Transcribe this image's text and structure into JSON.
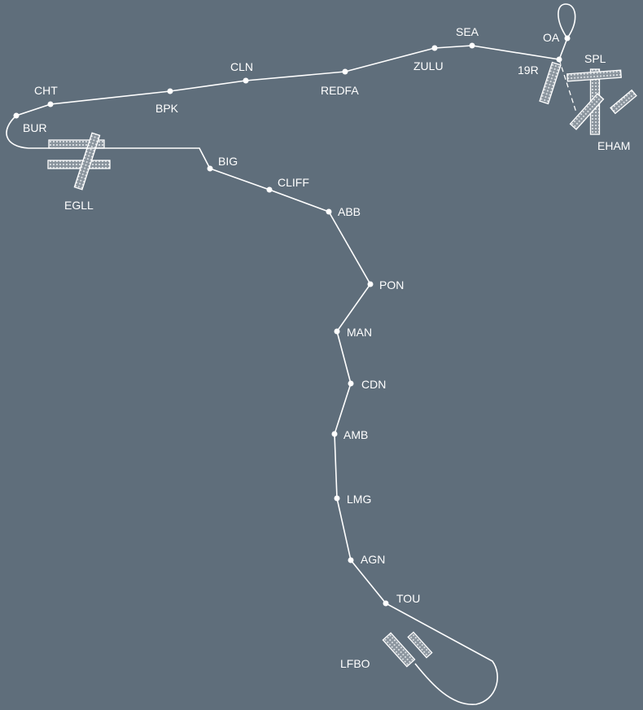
{
  "colors": {
    "background": "#5f6e7b",
    "route": "#ffffff"
  },
  "airports": {
    "origin": "EGLL",
    "departure": "EHAM",
    "destination": "LFBO"
  },
  "waypoints": [
    "OA",
    "19R",
    "SEA",
    "ZULU",
    "REDFA",
    "CLN",
    "BPK",
    "CHT",
    "BUR",
    "BIG",
    "CLIFF",
    "ABB",
    "PON",
    "MAN",
    "CDN",
    "AMB",
    "LMG",
    "AGN",
    "TOU"
  ],
  "extra_labels": {
    "spl": "SPL"
  }
}
